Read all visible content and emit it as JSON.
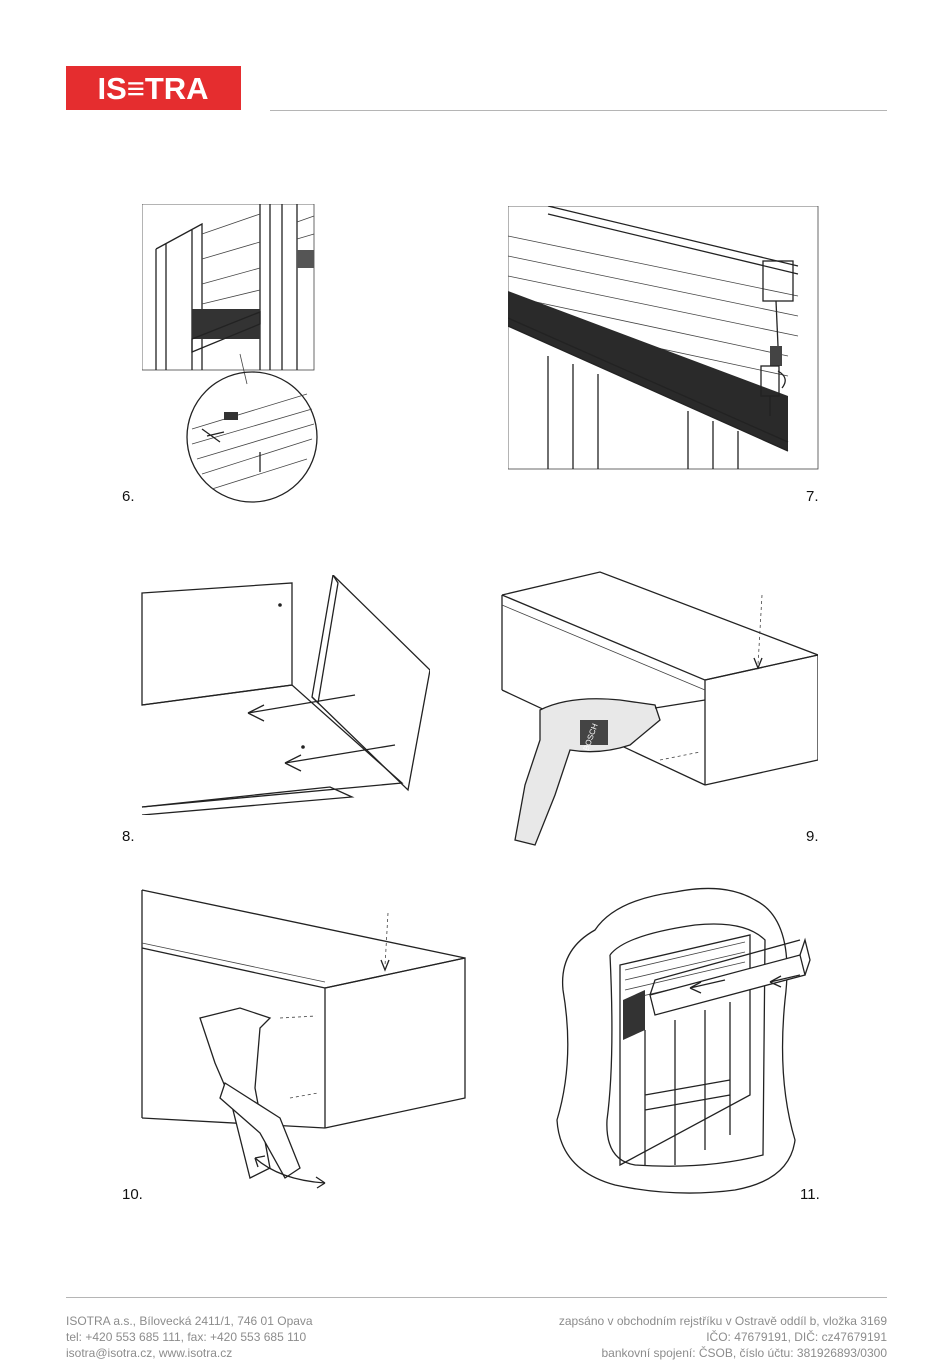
{
  "brand": {
    "logo_text": "IS≡TRA",
    "color": "#e52d2f"
  },
  "figures": [
    {
      "caption": "6."
    },
    {
      "caption": "7."
    },
    {
      "caption": "8."
    },
    {
      "caption": "9."
    },
    {
      "caption": "10."
    },
    {
      "caption": "11."
    }
  ],
  "drill_brand": "BOSCH",
  "footer": {
    "left": [
      "ISOTRA a.s., Bílovecká 2411/1, 746 01 Opava",
      "tel: +420 553 685 111, fax: +420 553 685 110",
      "isotra@isotra.cz, www.isotra.cz"
    ],
    "right": [
      "zapsáno v obchodním rejstříku v Ostravě oddíl b, vložka 3169",
      "IČO: 47679191, DIČ: cz47679191",
      "bankovní spojení: ČSOB, číslo účtu: 381926893/0300"
    ]
  }
}
